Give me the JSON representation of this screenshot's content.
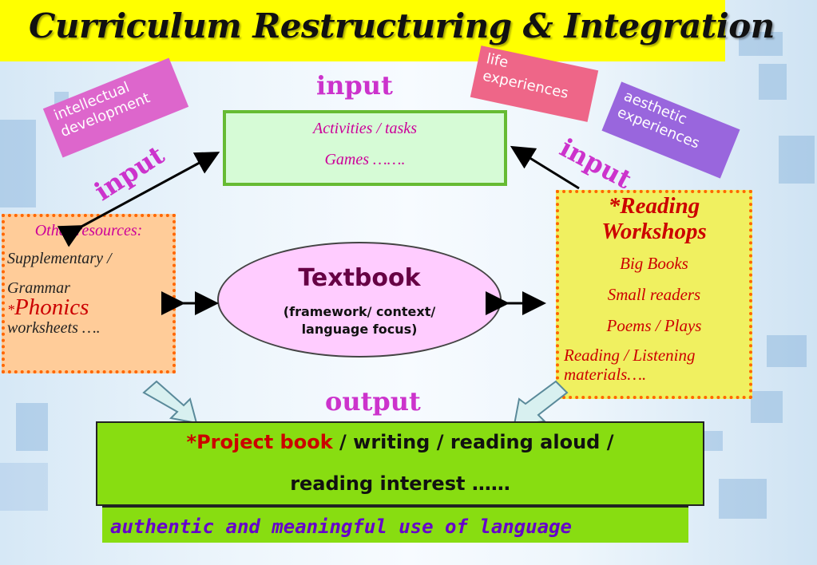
{
  "title": "Curriculum Restructuring & Integration",
  "labels": {
    "input_top": "input",
    "input_left": "input",
    "input_right": "input",
    "output": "output"
  },
  "tags": {
    "intellectual": "intellectual development",
    "life": "life experiences",
    "aesthetic": "aesthetic experiences"
  },
  "activities": {
    "line1": "Activities / tasks",
    "line2": "Games ……."
  },
  "other_resources": {
    "heading": "Other resources:",
    "line1": "Supplementary /",
    "line2": "Grammar",
    "star": "*",
    "phonics": "Phonics",
    "line4": "worksheets …."
  },
  "reading": {
    "heading": "*Reading Workshops",
    "items": [
      "Big Books",
      "Small readers",
      "Poems / Plays",
      "Reading / Listening materials…."
    ]
  },
  "textbook": {
    "title": "Textbook",
    "subtitle": "(framework/ context/ language focus)"
  },
  "project": {
    "star_part": "*Project book",
    "rest1": " / writing /  reading aloud /",
    "line2": "reading interest ……"
  },
  "authentic": "authentic and meaningful use of language",
  "colors": {
    "magenta": "#cc33cc",
    "yellow": "#ffff00",
    "green": "#88dd11",
    "orange_dots": "#ff6600"
  }
}
